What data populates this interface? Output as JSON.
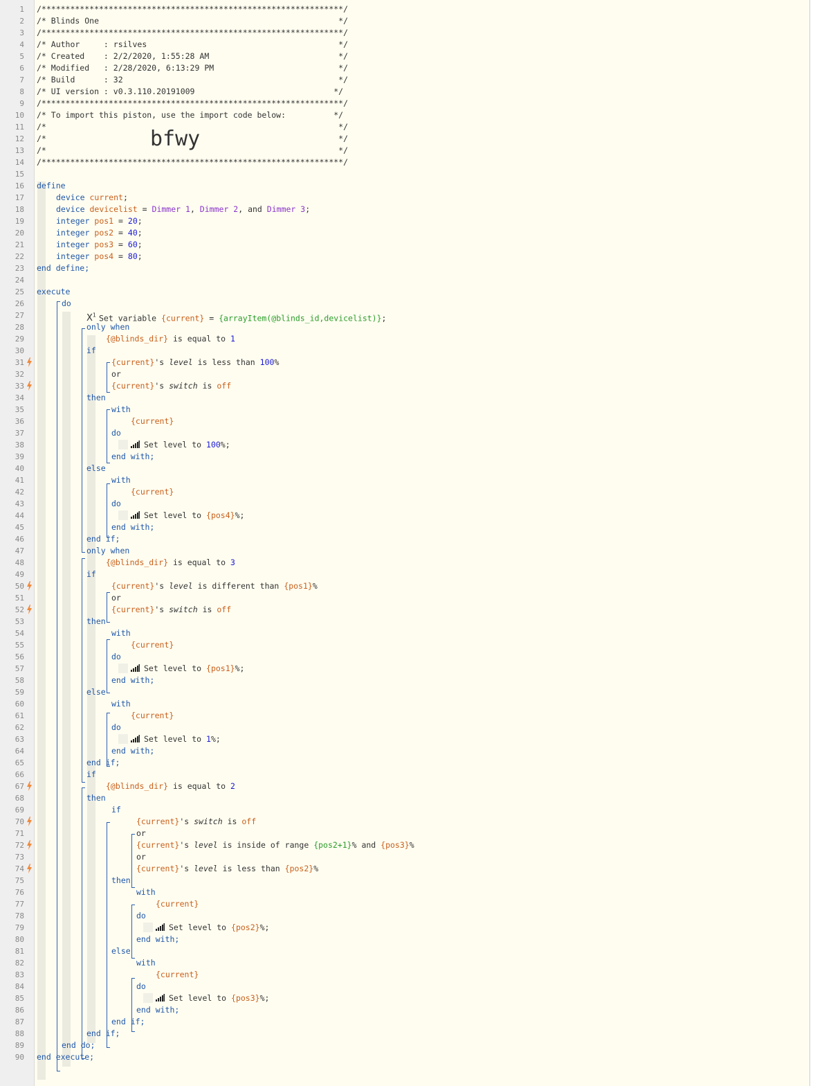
{
  "header": {
    "line1": "/***************************************************************/",
    "title": "/* Blinds One                                                  */",
    "line3": "/***************************************************************/",
    "author": "/* Author     : rsilves                                        */",
    "created": "/* Created    : 2/2/2020, 1:55:28 AM                           */",
    "modified": "/* Modified   : 2/28/2020, 6:13:29 PM                          */",
    "build": "/* Build      : 32                                             */",
    "ui_version": "/* UI version : v0.3.110.20191009                             */",
    "line9": "/***************************************************************/",
    "import_text": "/* To import this piston, use the import code below:          */",
    "blank_a": "/*                                                             */",
    "blank_b": "/*                                                             */",
    "blank_c": "/*                                                             */",
    "line14": "/***************************************************************/",
    "import_code": "bfwy"
  },
  "line_numbers": [
    "1",
    "2",
    "3",
    "4",
    "5",
    "6",
    "7",
    "8",
    "9",
    "10",
    "11",
    "12",
    "13",
    "14",
    "15",
    "16",
    "17",
    "18",
    "19",
    "20",
    "21",
    "22",
    "23",
    "24",
    "25",
    "26",
    "27",
    "28",
    "29",
    "30",
    "31",
    "32",
    "33",
    "34",
    "35",
    "36",
    "37",
    "38",
    "39",
    "40",
    "41",
    "42",
    "43",
    "44",
    "45",
    "46",
    "47",
    "48",
    "49",
    "50",
    "51",
    "52",
    "53",
    "54",
    "55",
    "56",
    "57",
    "58",
    "59",
    "60",
    "61",
    "62",
    "63",
    "64",
    "65",
    "66",
    "67",
    "68",
    "69",
    "70",
    "71",
    "72",
    "73",
    "74",
    "75",
    "76",
    "77",
    "78",
    "79",
    "80",
    "81",
    "82",
    "83",
    "84",
    "85",
    "86",
    "87",
    "88",
    "89",
    "90"
  ],
  "code": {
    "define": "define",
    "device": "device",
    "current": "current",
    "devicelist": "devicelist",
    "eq": " = ",
    "dimmer": "Dimmer",
    "one": "1",
    "two": "2",
    "three": "3",
    "comma": ", ",
    "and": "and",
    "semi": ";",
    "integer": "integer",
    "pos1": "pos1",
    "pos2": "pos2",
    "pos3": "pos3",
    "pos4": "pos4",
    "v20": "20",
    "v40": "40",
    "v60": "60",
    "v80": "80",
    "end_define": "end define;",
    "execute": "execute",
    "do": "do",
    "set_variable_label": "Set variable ",
    "current_var": "{current}",
    "array_expr": "{arrayItem(@blinds_id,devicelist)}",
    "only_when": "only when",
    "blinds_dir": "{@blinds_dir}",
    "is_equal_to": " is equal to ",
    "if": "if",
    "or": "or",
    "then": "then",
    "else": "else",
    "with": "with",
    "end_with": "end with;",
    "end_if": "end if;",
    "end_do": "end do;",
    "end_execute": "end execute;",
    "s_level": "'s ",
    "level": "level",
    "switch": "switch",
    "is_less_than": " is less than ",
    "is_different_than": " is different than ",
    "is_inside_range": " is inside of range ",
    "is": " is ",
    "off": "off",
    "v100": "100",
    "pct": "%",
    "set_level_to": "Set level to ",
    "pos1_var": "{pos1}",
    "pos2_var": "{pos2}",
    "pos3_var": "{pos3}",
    "pos4_var": "{pos4}",
    "pos2p1": "{pos2+1}",
    "and_sp": " and ",
    "v1": "1",
    "pct_semi": "%;",
    "x_icon": "X"
  },
  "colors": {
    "keyword": "#1f57a8",
    "variable": "#c8601c",
    "number": "#1919d6",
    "device": "#8a35c9",
    "expression": "#2a9d2a",
    "bolt": "#f08a3c"
  },
  "bolt_rows": [
    "31",
    "33",
    "50",
    "52",
    "67",
    "70",
    "72",
    "74"
  ]
}
